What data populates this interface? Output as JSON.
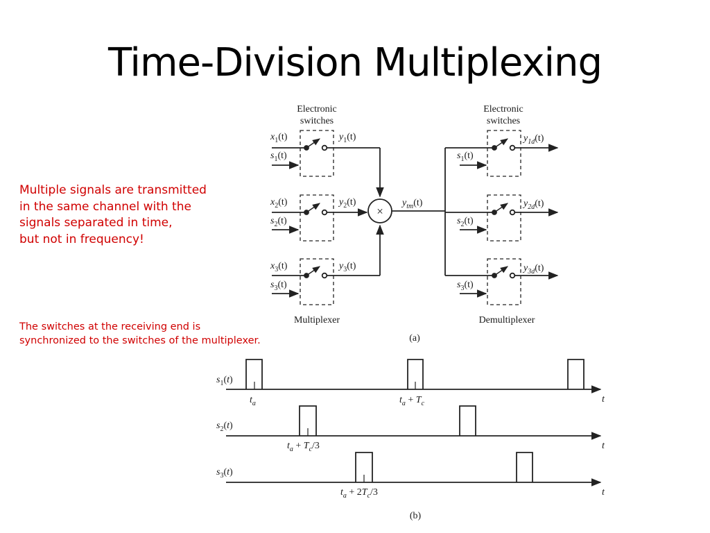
{
  "slide": {
    "title": "Time-Division Multiplexing",
    "note_transmit_lines": [
      "Multiple signals are transmitted",
      "in the same channel with the",
      "signals separated in time,",
      "but not in frequency!"
    ],
    "note_sync_lines": [
      "The switches at the receiving end is",
      "synchronized to the switches of the multiplexer."
    ],
    "note_color": "#d00000"
  },
  "figure_a": {
    "mux_header": [
      "Electronic",
      "switches"
    ],
    "demux_header": [
      "Electronic",
      "switches"
    ],
    "mux_label": "Multiplexer",
    "demux_label": "Demultiplexer",
    "caption": "(a)",
    "multiply_symbol": "×",
    "channels": [
      {
        "input": "x",
        "sub": "1",
        "switch": "s",
        "output": "y",
        "demux_switch": "s",
        "demux_out": "y",
        "demux_sub": "1d"
      },
      {
        "input": "x",
        "sub": "2",
        "switch": "s",
        "output": "y",
        "demux_switch": "s",
        "demux_out": "y",
        "demux_sub": "2d"
      },
      {
        "input": "x",
        "sub": "3",
        "switch": "s",
        "output": "y",
        "demux_switch": "s",
        "demux_out": "y",
        "demux_sub": "3d"
      }
    ],
    "tm_var": "y",
    "tm_sub": "tm",
    "arg": "(t)"
  },
  "figure_b": {
    "caption": "(b)",
    "axis_var": "t",
    "rows": [
      {
        "sig": "s",
        "sub": "1",
        "marker": "t_a",
        "marker2": "t_a + T_c"
      },
      {
        "sig": "s",
        "sub": "2",
        "marker": "t_a + T_c/3"
      },
      {
        "sig": "s",
        "sub": "3",
        "marker": "t_a + 2T_c/3"
      }
    ],
    "period_label": "T_c",
    "pulses_per_row": [
      [
        0,
        1,
        2
      ],
      [
        0,
        1
      ],
      [
        0,
        1
      ]
    ]
  }
}
